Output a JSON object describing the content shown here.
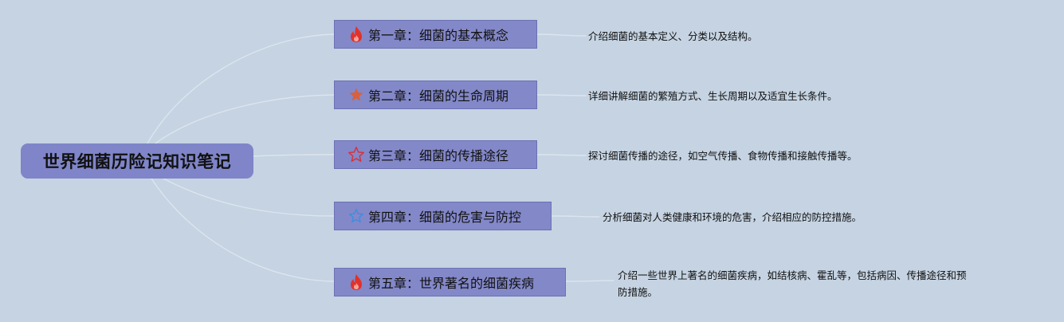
{
  "root": {
    "title": "世界细菌历险记知识笔记"
  },
  "chapters": [
    {
      "icon": "fire-icon",
      "title": "第一章：细菌的基本概念",
      "desc": "介绍细菌的基本定义、分类以及结构。"
    },
    {
      "icon": "star-filled-icon",
      "title": "第二章：细菌的生命周期",
      "desc": "详细讲解细菌的繁殖方式、生长周期以及适宜生长条件。"
    },
    {
      "icon": "star-outline-red-icon",
      "title": "第三章：细菌的传播途径",
      "desc": "探讨细菌传播的途径，如空气传播、食物传播和接触传播等。"
    },
    {
      "icon": "star-outline-blue-icon",
      "title": "第四章：细菌的危害与防控",
      "desc": "分析细菌对人类健康和环境的危害，介绍相应的防控措施。"
    },
    {
      "icon": "fire-icon",
      "title": "第五章：世界著名的细菌疾病",
      "desc_line1": "介绍一些世界上著名的细菌疾病，如结核病、霍乱等，包括病因、传播途径和预",
      "desc_line2": "防措施。"
    }
  ],
  "colors": {
    "background": "#c5d3e2",
    "node_fill": "#8388c9",
    "connector": "#dde5ee",
    "fire": "#e0322a",
    "star_filled": "#d9603a",
    "star_outline_red": "#d8313a",
    "star_outline_blue": "#3d8de0"
  }
}
